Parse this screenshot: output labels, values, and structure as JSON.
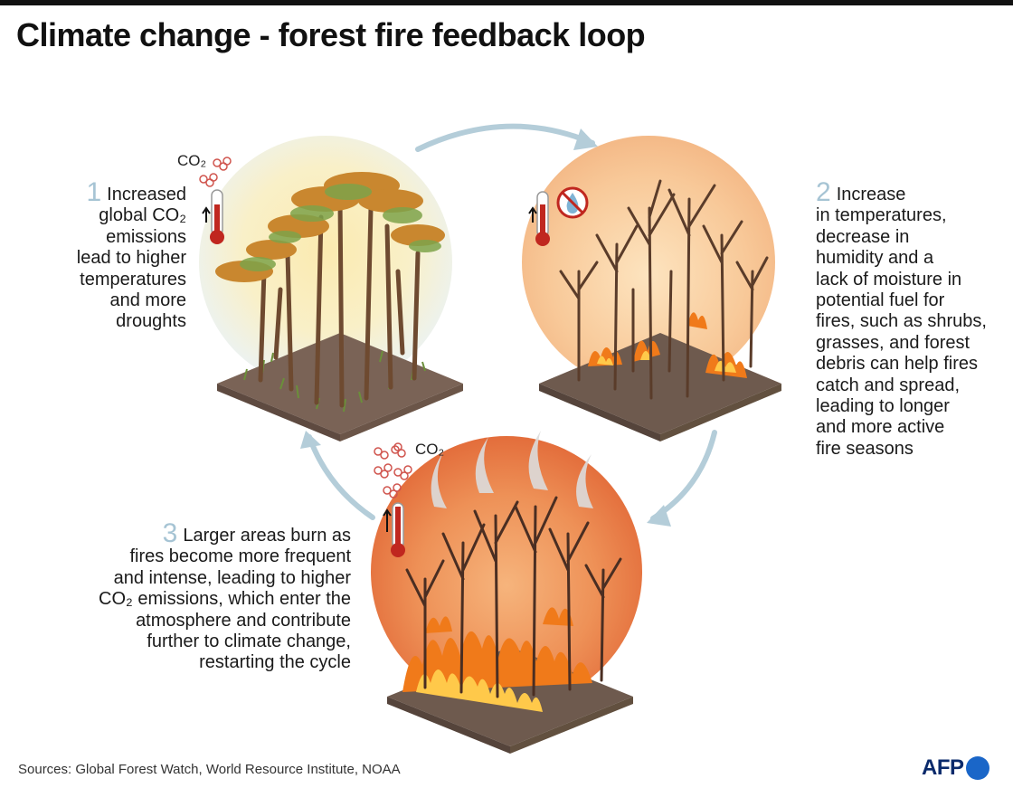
{
  "title": "Climate change - forest fire feedback loop",
  "steps": [
    {
      "number": "1",
      "lines": [
        "Increased",
        "global CO₂",
        "emissions",
        "lead to higher",
        "temperatures",
        "and more",
        "droughts"
      ]
    },
    {
      "number": "2",
      "lines": [
        "Increase",
        "in temperatures,",
        "decrease in",
        "humidity and a",
        "lack of moisture in",
        "potential fuel for",
        "fires, such as shrubs,",
        "grasses, and forest",
        "debris can help fires",
        "catch and spread,",
        "leading to longer",
        "and more active",
        "fire seasons"
      ]
    },
    {
      "number": "3",
      "lines": [
        "Larger areas burn as",
        "fires become more frequent",
        "and intense, leading to higher",
        "CO₂ emissions, which enter the",
        "atmosphere and contribute",
        "further to  climate change,",
        "restarting the cycle"
      ]
    }
  ],
  "co2_label": "CO₂",
  "sources": "Sources: Global Forest Watch, World Resource Institute, NOAA",
  "logo": "AFP",
  "icons": {
    "thermometer": "thermometer-icon",
    "co2_bubbles": "co2-bubbles-icon",
    "no_water": "no-water-icon",
    "cycle_arrow": "cycle-arrow-icon",
    "up_arrow": "up-arrow-icon"
  },
  "colors": {
    "arrow": "#b4cdd9",
    "step_number": "#a6c4d4",
    "fire": "#f07a1a",
    "flame_light": "#ffc94a",
    "ground": "#7a6356",
    "tree_leaf": "#c9872f",
    "thermometer": "#c0271f"
  }
}
